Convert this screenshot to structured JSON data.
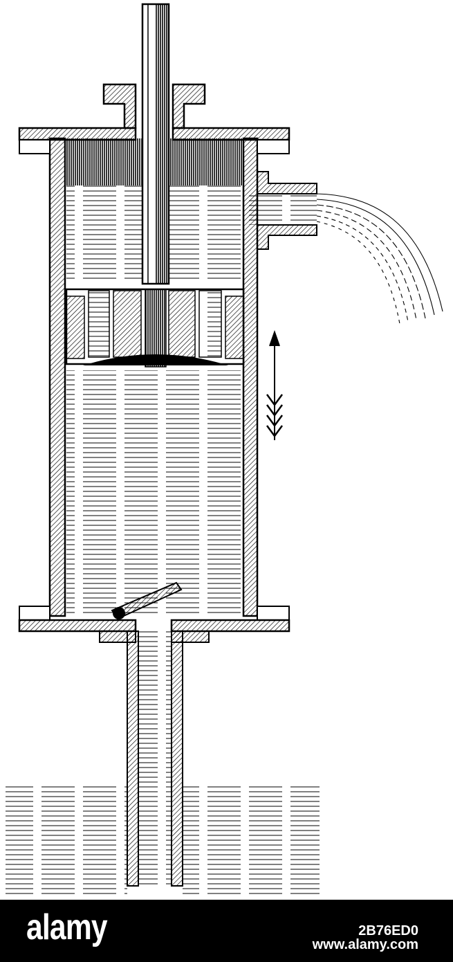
{
  "colors": {
    "ink": "#000000",
    "paper": "#ffffff",
    "footer_bg": "#000000"
  },
  "footer": {
    "brand": "alamy",
    "image_id": "2B76ED0",
    "site": "www.alamy.com"
  }
}
